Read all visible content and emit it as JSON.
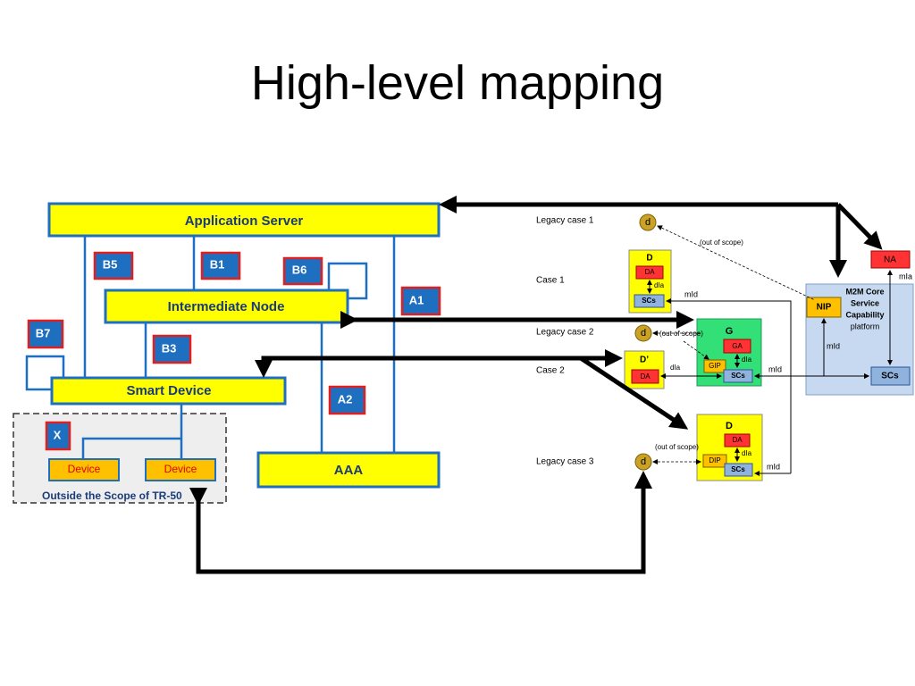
{
  "title": "High-level mapping",
  "left": {
    "application_server": "Application  Server",
    "intermediate_node": "Intermediate  Node",
    "smart_device": "Smart Device",
    "aaa": "AAA",
    "device1": "Device",
    "device2": "Device",
    "outside_scope": "Outside  the  Scope  of  TR-50",
    "tags": {
      "b5": "B5",
      "b1": "B1",
      "b6": "B6",
      "a1": "A1",
      "b7": "B7",
      "b3": "B3",
      "a2": "A2",
      "x": "X"
    }
  },
  "right": {
    "cases": {
      "legacy1": "Legacy case 1",
      "case1": "Case 1",
      "legacy2": "Legacy case 2",
      "case2": "Case 2",
      "legacy3": "Legacy case 3"
    },
    "d": "d",
    "out_of_scope": "(out of scope)",
    "dla": "dIa",
    "mld": "mId",
    "mla": "mIa",
    "D": "D",
    "Dprime": "D’",
    "G": "G",
    "DA": "DA",
    "GA": "GA",
    "SCs": "SCs",
    "GIP": "GIP",
    "DIP": "DIP",
    "NA": "NA",
    "NIP": "NIP",
    "m2m_line1": "M2M Core",
    "m2m_line2": "Service",
    "m2m_line3": "Capability",
    "m2m_line4": "platform"
  }
}
